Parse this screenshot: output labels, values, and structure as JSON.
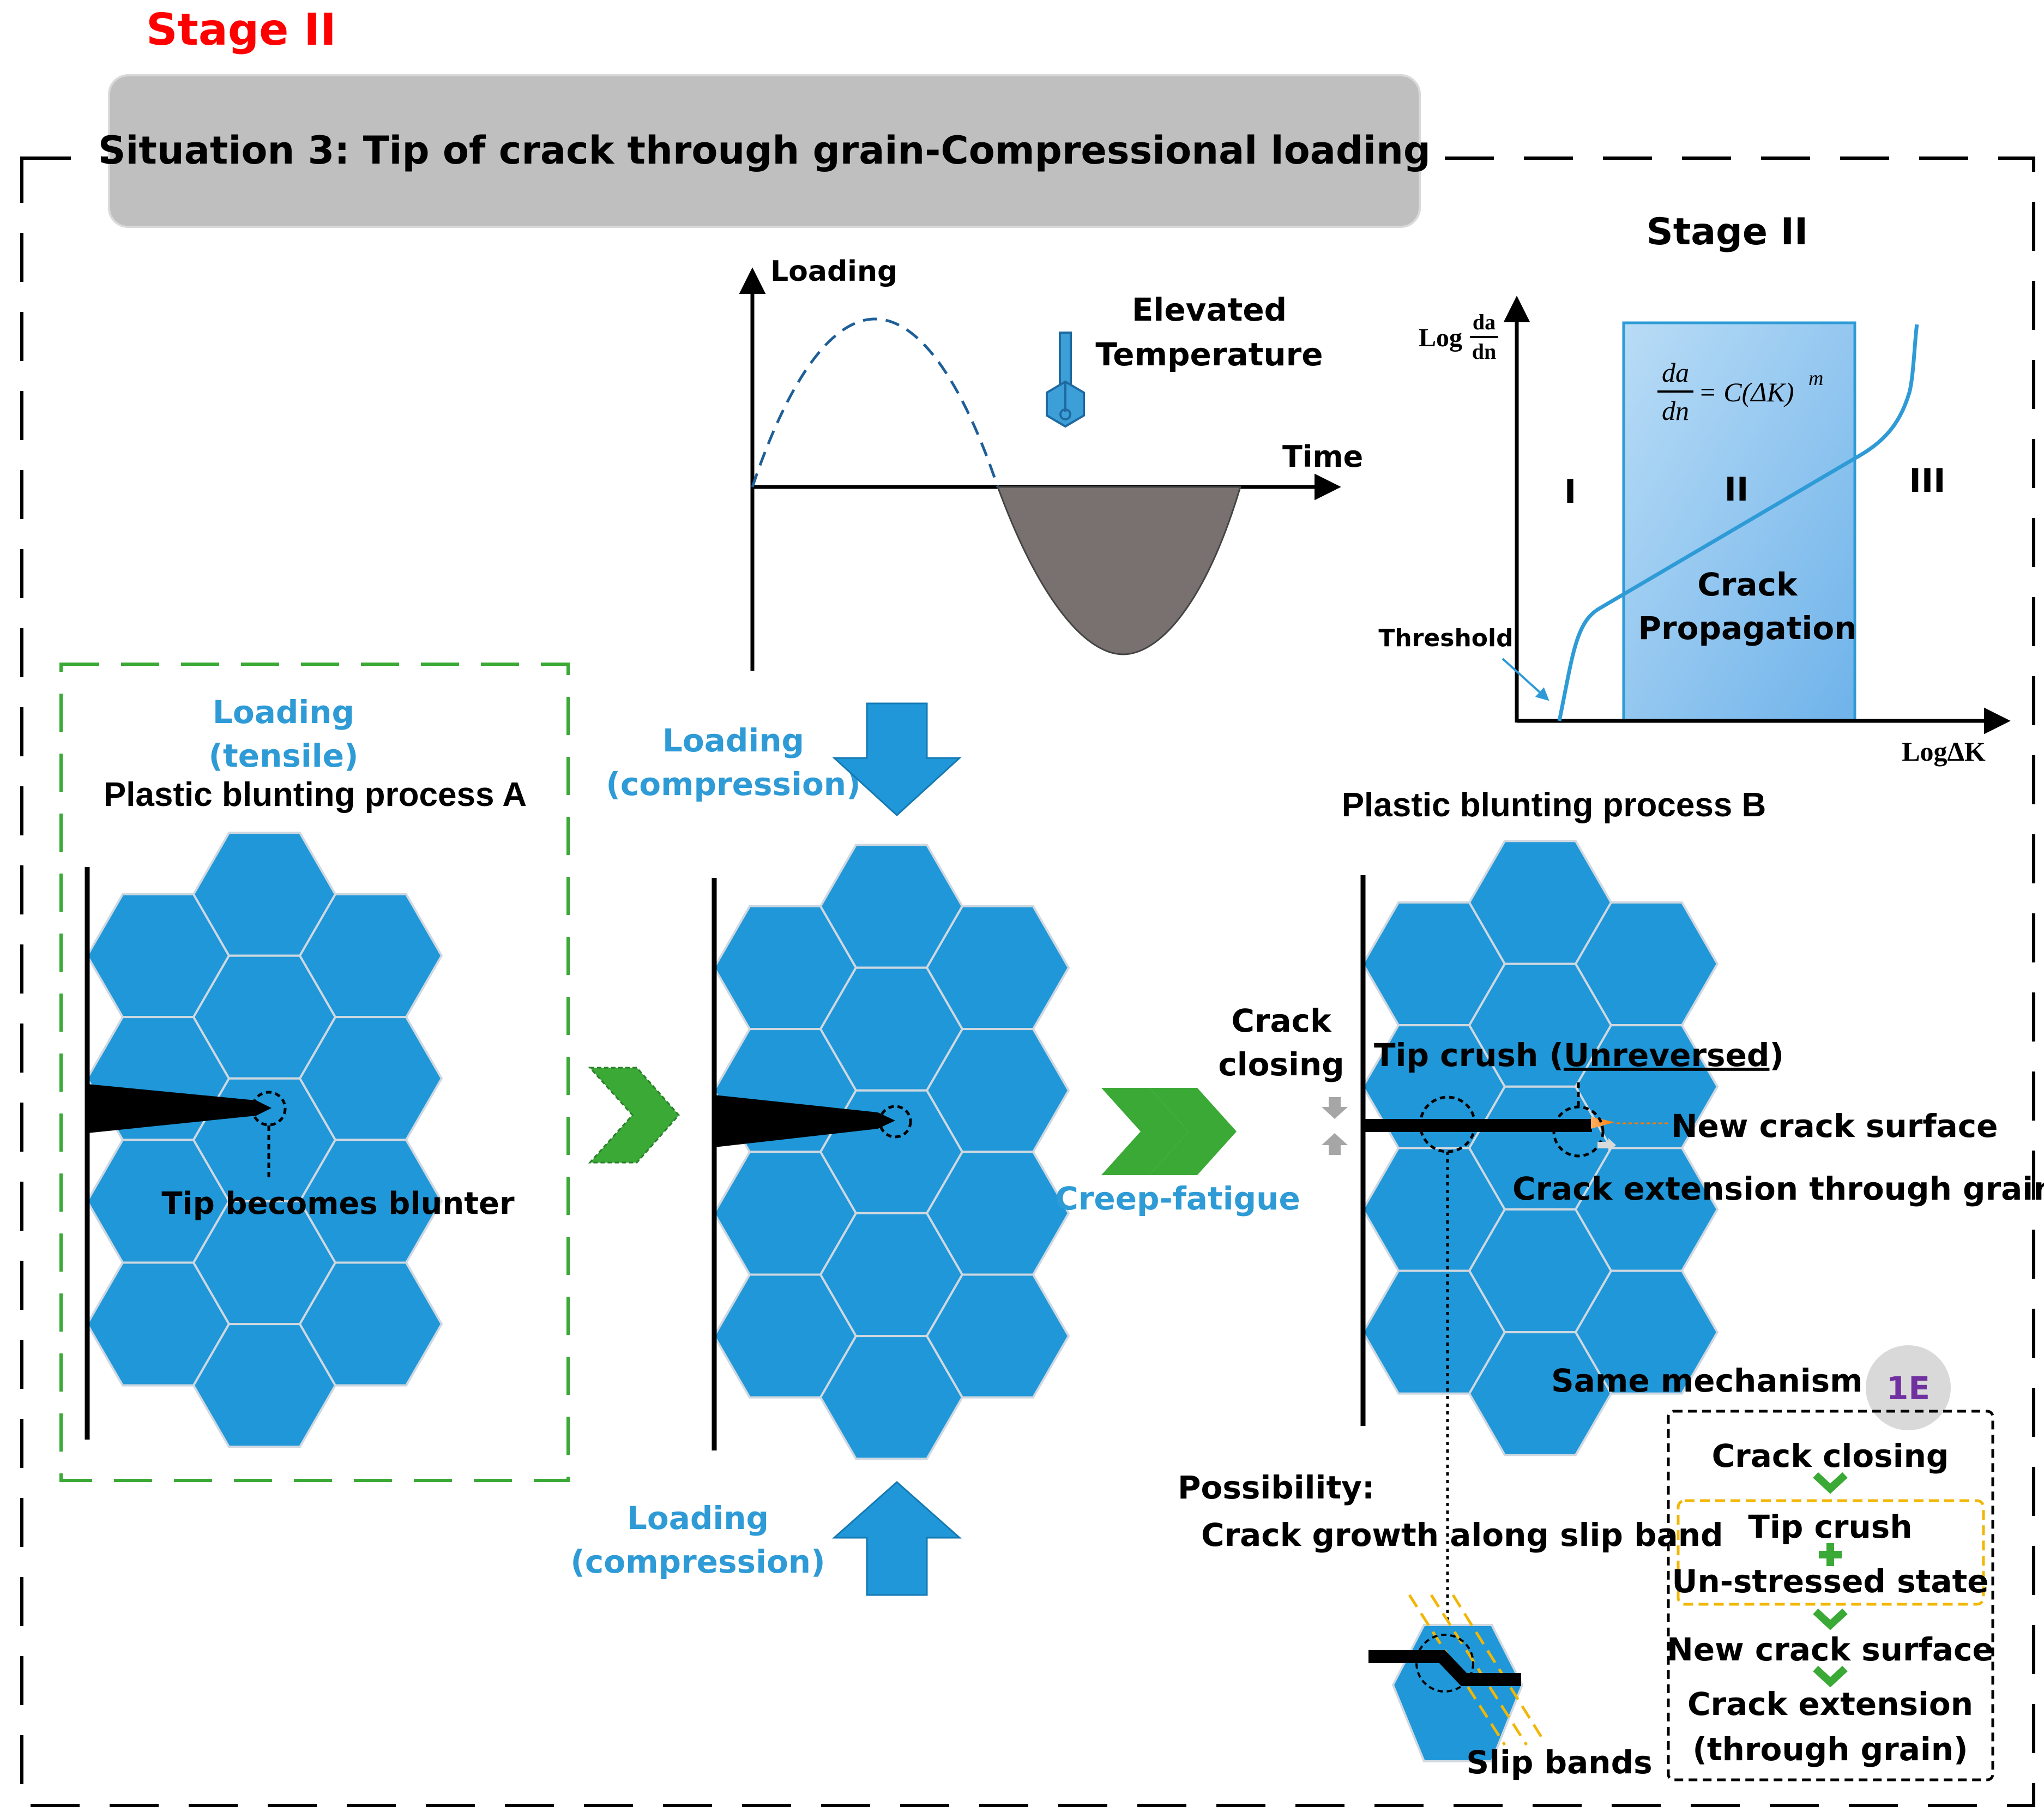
{
  "stage_title": "Stage II",
  "situation_title": "Situation 3: Tip of crack through grain-Compressional loading",
  "loading_graph": {
    "y_label": "Loading",
    "x_label": "Time",
    "temperature_line1": "Elevated",
    "temperature_line2": "Temperature"
  },
  "da_dn_chart": {
    "title": "Stage II",
    "y_label_prefix": "Log",
    "y_label_frac_top": "da",
    "y_label_frac_bottom": "dn",
    "x_label": "LogΔK",
    "equation_num": "da",
    "equation_den": "dn",
    "equation_rhs": "= C(ΔK)",
    "equation_exp": "m",
    "region_1": "I",
    "region_2": "II",
    "region_3": "III",
    "band_label_line1": "Crack",
    "band_label_line2": "Propagation",
    "threshold_label": "Threshold",
    "band_color": "#7fbbee"
  },
  "process_a": {
    "title": "Plastic blunting process A",
    "loading_line1": "Loading",
    "loading_line2": "(tensile)",
    "tip_label": "Tip becomes blunter"
  },
  "middle": {
    "loading_top_line1": "Loading",
    "loading_top_line2": "(compression)",
    "loading_bottom_line1": "Loading",
    "loading_bottom_line2": "(compression)"
  },
  "creep_fatigue_label": "Creep-fatigue",
  "process_b": {
    "title": "Plastic blunting process B",
    "crack_closing_line1": "Crack",
    "crack_closing_line2": "closing",
    "tip_crush_prefix": "Tip crush (",
    "tip_crush_underlined": "Unreversed",
    "tip_crush_suffix": ")",
    "new_crack_surface": "New crack surface",
    "crack_extension": "Crack extension through grain",
    "same_mechanism": "Same mechanism as",
    "badge": "1E",
    "possibility_line1": "Possibility:",
    "possibility_line2": "Crack growth along slip band",
    "slip_bands": "Slip bands"
  },
  "flow_box": {
    "step1": "Crack closing",
    "step2": "Tip crush",
    "step3": "Un-stressed state",
    "step4": "New crack surface",
    "step5_line1": "Crack extension",
    "step5_line2": "(through grain)"
  },
  "colors": {
    "stage_title": "#ff0000",
    "accent_blue": "#2e9bd6",
    "grain_fill": "#1f97d8",
    "grain_edge": "#cfd8e0",
    "green_arrow": "#3aa935",
    "header_box": "#bfbfbf",
    "badge_text": "#7030a0",
    "slip_band": "#f2b705"
  }
}
